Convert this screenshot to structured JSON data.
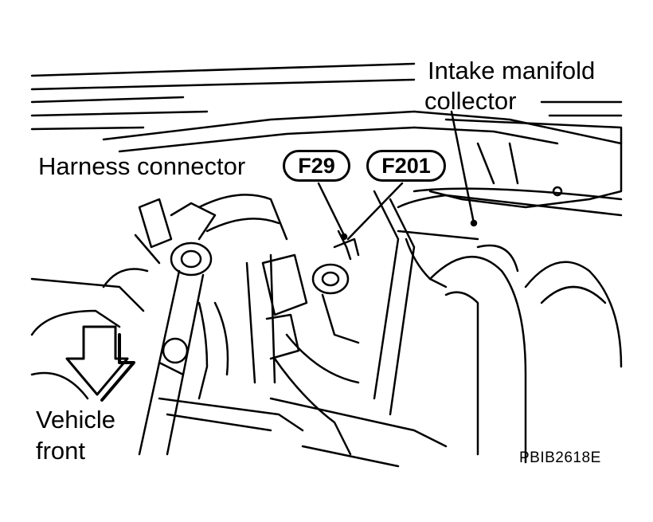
{
  "labels": {
    "intake_line1": "Intake manifold",
    "intake_line2": "collector",
    "harness": "Harness connector",
    "connector_a": "F29",
    "connector_b": "F201",
    "vehicle_front_line1": "Vehicle",
    "vehicle_front_line2": "front",
    "figure_code": "PBIB2618E"
  },
  "colors": {
    "ink": "#000000",
    "paper": "#ffffff"
  }
}
